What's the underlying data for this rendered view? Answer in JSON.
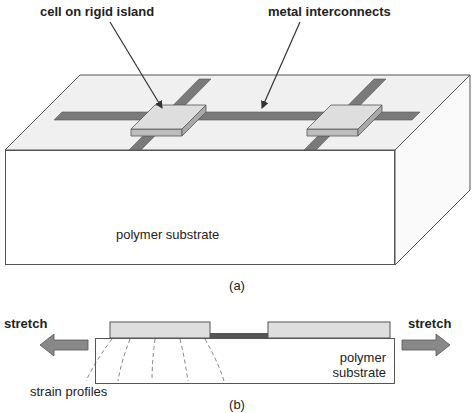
{
  "diagram": {
    "nodes": [
      {
        "text": [
          "polymer substrate"
        ]
      },
      {
        "text": [
          "polymer substrate"
        ]
      }
    ],
    "labels": [
      "cell on rigid island",
      "metal interconnects",
      "(a)",
      "stretch",
      "stretch",
      "strain profiles",
      "(b)"
    ]
  }
}
